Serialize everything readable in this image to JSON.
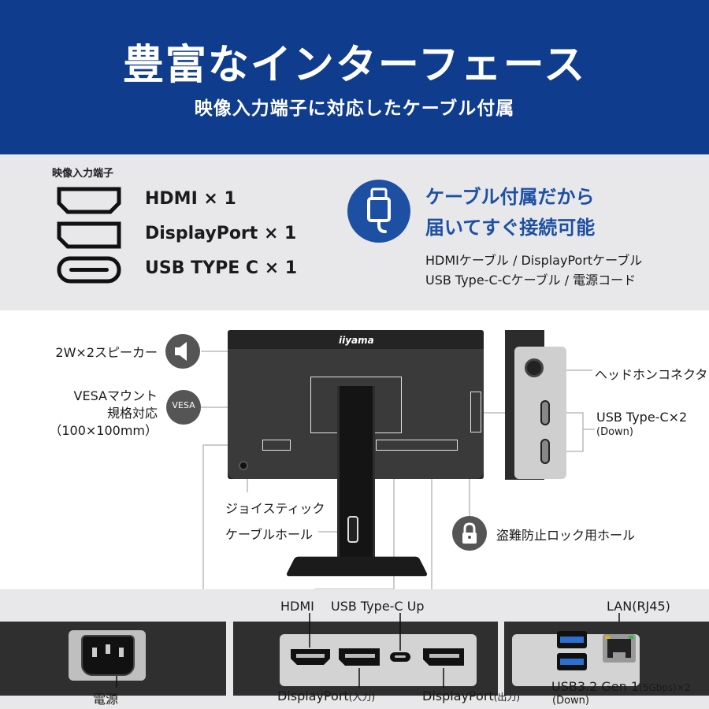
{
  "header": {
    "title": "豊富なインターフェース",
    "subtitle": "映像入力端子に対応したケーブル付属"
  },
  "interfaces": {
    "label": "映像入力端子",
    "ports": [
      {
        "name": "HDMI × 1",
        "icon": "hdmi-port-icon"
      },
      {
        "name": "DisplayPort × 1",
        "icon": "displayport-port-icon"
      },
      {
        "name": "USB TYPE C × 1",
        "icon": "usb-c-port-icon"
      }
    ]
  },
  "cables": {
    "headline_line1": "ケーブル付属だから",
    "headline_line2": "届いてすぐ接続可能",
    "list_line1": "HDMIケーブル / DisplayPortケーブル",
    "list_line2": "USB Type-C-Cケーブル / 電源コード",
    "icon": "cable-plug-icon"
  },
  "monitor": {
    "brand": "iiyama",
    "labels": {
      "speaker": "2W×2スピーカー",
      "vesa_line1": "VESAマウント",
      "vesa_line2": "規格対応",
      "vesa_line3": "（100×100mm）",
      "vesa_badge": "VESA",
      "joystick": "ジョイスティック",
      "cable_hole": "ケーブルホール",
      "lock_hole": "盗難防止ロック用ホール",
      "headphone": "ヘッドホンコネクタ",
      "usbc_side": "USB Type-C×2",
      "usbc_side_sub": "(Down)"
    }
  },
  "bottom": {
    "power": "電源",
    "hdmi": "HDMI",
    "usbc_up": "USB Type-C Up",
    "dp_in": "DisplayPort",
    "dp_in_sub": "(入力)",
    "dp_out": "DisplayPort",
    "dp_out_sub": "(出力)",
    "lan": "LAN(RJ45)",
    "usb_a": "USB3.2 Gen 1",
    "usb_a_sub": "(5Gbps)×2",
    "usb_a_down": "(Down)"
  },
  "colors": {
    "brand_blue": "#0f3c8c",
    "accent_blue": "#1d4fa3",
    "band_gray": "#e8e8ea",
    "usb_blue": "#2d6fd0"
  }
}
